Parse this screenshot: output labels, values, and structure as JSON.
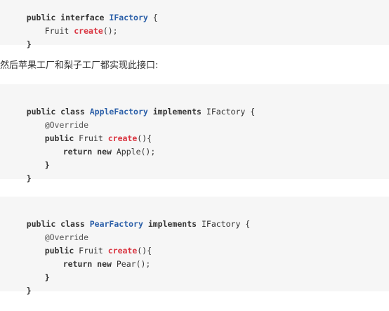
{
  "block1": {
    "line1": {
      "kw": "public interface ",
      "cls": "IFactory",
      "rest": " {"
    },
    "line2": {
      "type": "Fruit ",
      "fn": "create",
      "rest": "();"
    },
    "line3": "}"
  },
  "paragraph": "然后苹果工厂和梨子工厂都实现此接口:",
  "block2": {
    "line1": {
      "kw": "public class ",
      "cls": "AppleFactory",
      "kw2": " implements ",
      "iface": "IFactory",
      "rest": " {"
    },
    "line2": "@Override",
    "line3": {
      "kw": "public ",
      "type": "Fruit ",
      "fn": "create",
      "rest": "(){"
    },
    "line4": {
      "kw": "return new ",
      "type": "Apple",
      "rest": "();"
    },
    "line5": "}",
    "line6": "}"
  },
  "block3": {
    "line1": {
      "kw": "public class ",
      "cls": "PearFactory",
      "kw2": " implements ",
      "iface": "IFactory",
      "rest": " {"
    },
    "line2": "@Override",
    "line3": {
      "kw": "public ",
      "type": "Fruit ",
      "fn": "create",
      "rest": "(){"
    },
    "line4": {
      "kw": "return new ",
      "type": "Pear",
      "rest": "();"
    },
    "line5": "}",
    "line6": "}"
  }
}
